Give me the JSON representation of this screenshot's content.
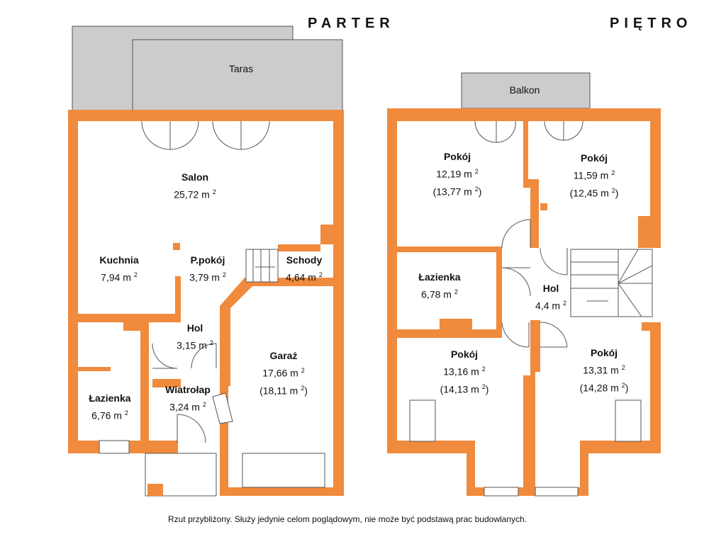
{
  "headings": {
    "ground": "PARTER",
    "upper": "PIĘTRO"
  },
  "exterior": {
    "terrace": "Taras",
    "balcony": "Balkon"
  },
  "colors": {
    "wall": "#f08a3c",
    "exterior_fill": "#cccccc",
    "line": "#555555"
  },
  "area_unit": "m",
  "area_exp": "2",
  "ground_rooms": [
    {
      "name": "Salon",
      "area": "25,72 m",
      "total": ""
    },
    {
      "name": "Kuchnia",
      "area": "7,94 m",
      "total": ""
    },
    {
      "name": "P.pokój",
      "area": "3,79 m",
      "total": ""
    },
    {
      "name": "Schody",
      "area": "4,64 m",
      "total": ""
    },
    {
      "name": "Hol",
      "area": "3,15 m",
      "total": ""
    },
    {
      "name": "Garaż",
      "area": "17,66 m",
      "total": "(18,11 m"
    },
    {
      "name": "Wiatrołap",
      "area": "3,24 m",
      "total": ""
    },
    {
      "name": "Łazienka",
      "area": "6,76 m",
      "total": ""
    }
  ],
  "upper_rooms": [
    {
      "name": "Pokój",
      "area": "12,19 m",
      "total": "(13,77 m"
    },
    {
      "name": "Pokój",
      "area": "11,59 m",
      "total": "(12,45 m"
    },
    {
      "name": "Łazienka",
      "area": "6,78 m",
      "total": ""
    },
    {
      "name": "Hol",
      "area": "4,4 m",
      "total": ""
    },
    {
      "name": "Pokój",
      "area": "13,16 m",
      "total": "(14,13 m"
    },
    {
      "name": "Pokój",
      "area": "13,31 m",
      "total": "(14,28 m"
    }
  ],
  "footnote": "Rzut przybliżony. Służy jedynie celom poglądowym, nie może być podstawą prac budowlanych."
}
